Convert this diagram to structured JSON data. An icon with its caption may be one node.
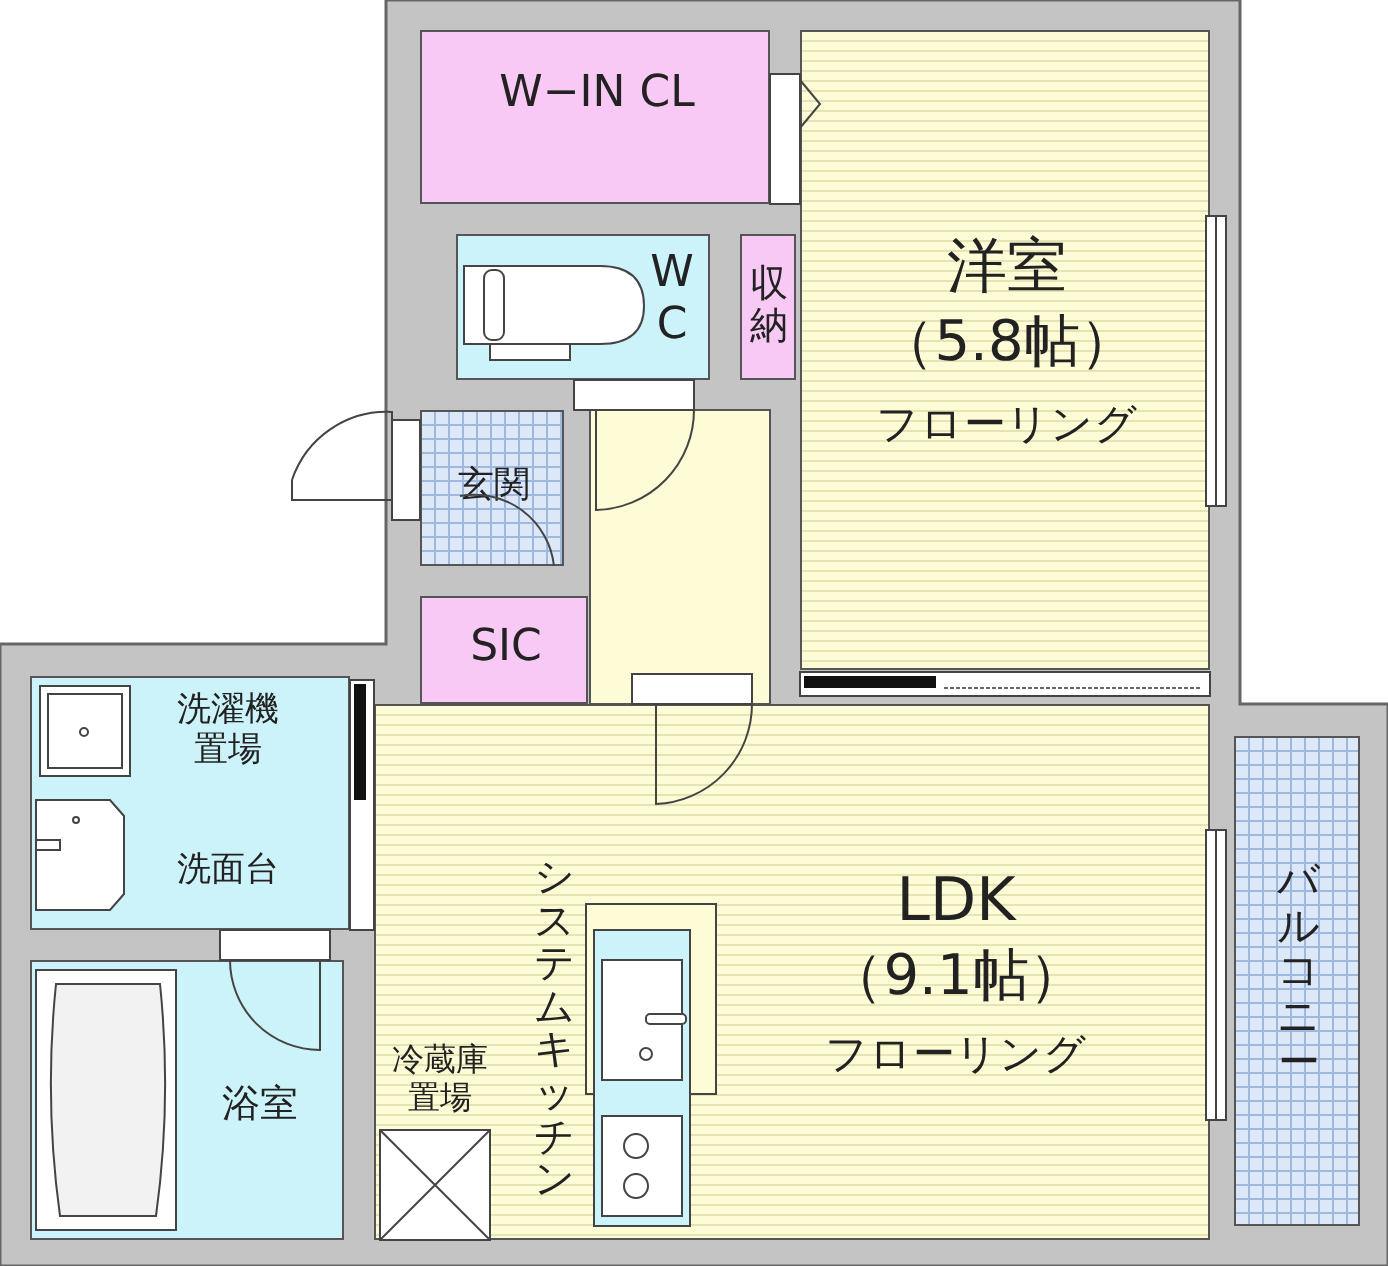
{
  "diagram": {
    "nodes": [
      {
        "text": [
          "W−IN CL"
        ]
      },
      {
        "text": [
          "W C"
        ]
      },
      {
        "text": [
          "収納"
        ]
      },
      {
        "text": [
          "洋室",
          "（5.8帖）",
          "フローリング"
        ]
      },
      {
        "text": [
          "玄関"
        ]
      },
      {
        "text": [
          "SIC"
        ]
      },
      {
        "text": [
          "洗濯機置場",
          "洗面台"
        ]
      },
      {
        "text": [
          "浴室"
        ]
      },
      {
        "text": [
          "LDK",
          "（9.1帖）",
          "フローリング"
        ]
      },
      {
        "text": [
          "バルコニー"
        ]
      }
    ],
    "edges": [],
    "labels": [
      "冷蔵庫置場",
      "システムキッチン"
    ]
  }
}
